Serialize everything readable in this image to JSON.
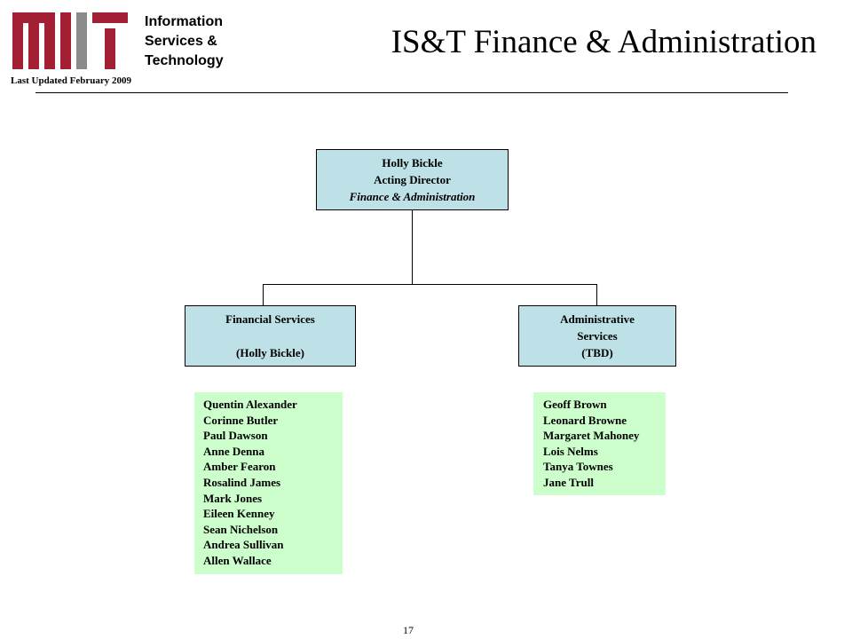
{
  "header": {
    "org_name_lines": [
      "Information",
      "Services &",
      "Technology"
    ],
    "last_updated": "Last Updated  February 2009",
    "title": "IS&T Finance & Administration"
  },
  "logo": {
    "icon": "mit-logo-icon",
    "colors": {
      "primary": "#a31f34",
      "secondary": "#8a8b8c"
    }
  },
  "org_chart": {
    "root": {
      "name": "Holly Bickle",
      "role": "Acting Director",
      "unit": "Finance & Administration"
    },
    "units": [
      {
        "line1": "Financial Services",
        "line2": "(Holly  Bickle)"
      },
      {
        "line1": "Administrative",
        "line1b": "Services",
        "line2": "(TBD)"
      }
    ],
    "staff": [
      [
        "Quentin Alexander",
        "Corinne Butler",
        "Paul Dawson",
        "Anne Denna",
        "Amber Fearon",
        "Rosalind James",
        "Mark Jones",
        "Eileen Kenney",
        "Sean Nichelson",
        "Andrea Sullivan",
        "Allen Wallace"
      ],
      [
        "Geoff Brown",
        "Leonard Browne",
        "Margaret Mahoney",
        "Lois Nelms",
        "Tanya Townes",
        "Jane Trull"
      ]
    ],
    "colors": {
      "unit_box": "#bde1e6",
      "staff_box": "#ccffcc",
      "connector": "#000000"
    }
  },
  "footer": {
    "page_number": "17"
  }
}
